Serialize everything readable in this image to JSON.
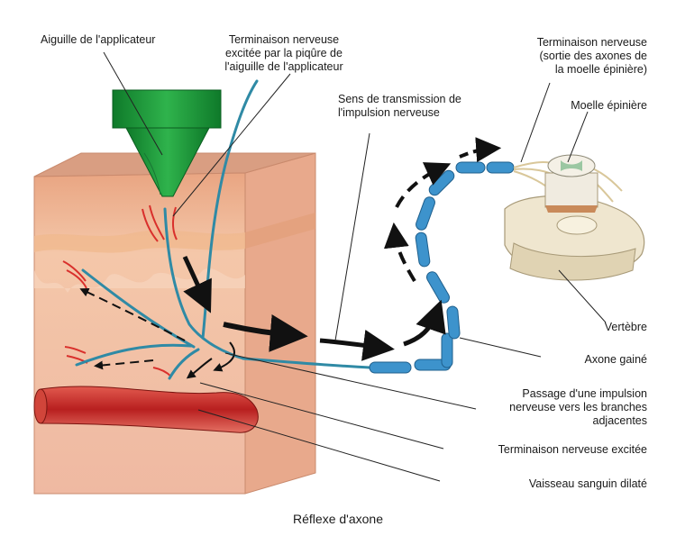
{
  "caption": "Réflexe d'axone",
  "labels": {
    "needle": "Aiguille de l'applicateur",
    "nerve_ending_pricked": "Terminaison nerveuse\nexcitée par la piqûre de\nl'aiguille de l'applicateur",
    "transmission_direction": "Sens de transmission de\nl'impulsion nerveuse",
    "nerve_ending_spinal": "Terminaison nerveuse\n(sortie des axones de\nla moelle épinière)",
    "spinal_cord": "Moelle épinière",
    "vertebra": "Vertèbre",
    "sheathed_axon": "Axone gainé",
    "impulse_passage": "Passage d'une impulsion\nnerveuse vers les branches\nadjacentes",
    "excited_nerve_ending": "Terminaison nerveuse excitée",
    "dilated_vessel": "Vaisseau sanguin dilaté"
  },
  "colors": {
    "needle": "#1f9a3c",
    "skin": "#f2b9a0",
    "dermis": "#e9a582",
    "nerve": "#2f8aa5",
    "axon_sheath": "#3d93cc",
    "vessel": "#c8302c",
    "bone": "#efe6cf",
    "arrow": "#111111"
  }
}
